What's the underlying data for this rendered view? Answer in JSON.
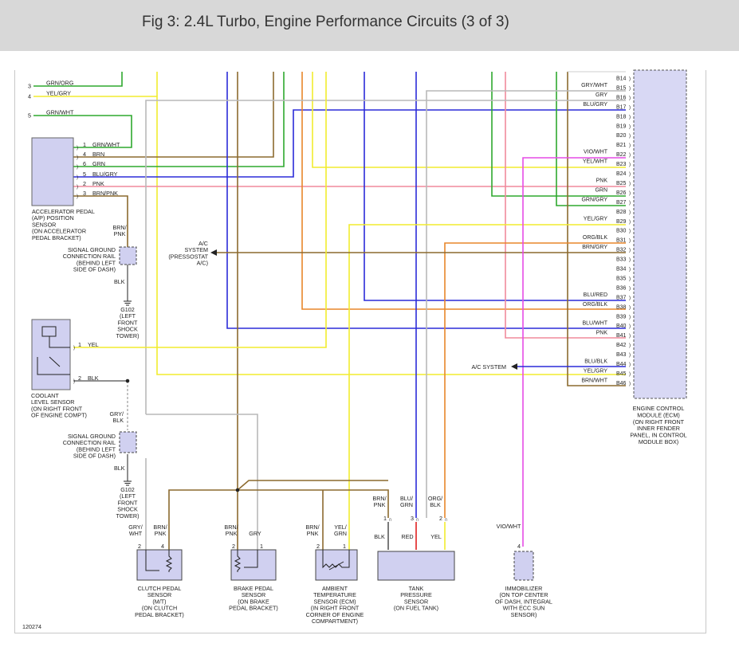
{
  "header": {
    "title": "Fig 3: 2.4L Turbo, Engine Performance Circuits (3 of 3)"
  },
  "figure_id": "120274",
  "colors": {
    "GRN": "#2fa82f",
    "ORG": "#e8862a",
    "YEL": "#f2ec2e",
    "GRY": "#b9b9b9",
    "BLU": "#2b2bd8",
    "BRN": "#8c6a2f",
    "PNK": "#f08a9c",
    "VIO": "#e64ce6",
    "RED": "#e02020",
    "BLK": "#222222",
    "ecm_fill": "#d8d8f4",
    "comp_fill": "#d0d0f0"
  },
  "left_pins": [
    {
      "num": "3",
      "wire": "GRN/ORG"
    },
    {
      "num": "4",
      "wire": "YEL/GRY"
    },
    {
      "num": "5",
      "wire": "GRN/WHT"
    }
  ],
  "app_sensor": {
    "pins": [
      {
        "num": "1",
        "wire": "GRN/WHT"
      },
      {
        "num": "4",
        "wire": "BRN"
      },
      {
        "num": "6",
        "wire": "GRN"
      },
      {
        "num": "5",
        "wire": "BLU/GRY"
      },
      {
        "num": "2",
        "wire": "PNK"
      },
      {
        "num": "3",
        "wire": "BRN/PNK"
      }
    ],
    "label": [
      "ACCELERATOR PEDAL",
      "(A/P) POSITION",
      "SENSOR",
      "(ON ACCELERATOR",
      "PEDAL BRACKET)"
    ]
  },
  "ground1": {
    "wire_top": [
      "BRN/",
      "PNK"
    ],
    "rail_label": [
      "SIGNAL GROUND",
      "CONNECTION RAIL",
      "(BEHIND LEFT",
      "SIDE OF DASH)"
    ],
    "wire_bottom": "BLK",
    "ground_label": [
      "G102",
      "(LEFT",
      "FRONT",
      "SHOCK",
      "TOWER)"
    ]
  },
  "ac_system_1": [
    "A/C",
    "SYSTEM",
    "(PRESSOSTAT",
    "A/C)"
  ],
  "coolant": {
    "pins": [
      {
        "num": "1",
        "wire": "YEL"
      },
      {
        "num": "2",
        "wire": "BLK"
      }
    ],
    "label": [
      "COOLANT",
      "LEVEL SENSOR",
      "(ON RIGHT FRONT",
      "OF ENGINE COMPT)"
    ]
  },
  "ground2": {
    "wire_top": [
      "GRY/",
      "BLK"
    ],
    "rail_label": [
      "SIGNAL GROUND",
      "CONNECTION RAIL",
      "(BEHIND LEFT",
      "SIDE OF DASH)"
    ],
    "wire_bottom": "BLK",
    "ground_label": [
      "G102",
      "(LEFT",
      "FRONT",
      "SHOCK",
      "TOWER)"
    ]
  },
  "ecm": {
    "pins": [
      {
        "num": "B14",
        "wire": ""
      },
      {
        "num": "B15",
        "wire": "GRY/WHT"
      },
      {
        "num": "B16",
        "wire": "GRY"
      },
      {
        "num": "B17",
        "wire": "BLU/GRY"
      },
      {
        "num": "B18",
        "wire": ""
      },
      {
        "num": "B19",
        "wire": ""
      },
      {
        "num": "B20",
        "wire": ""
      },
      {
        "num": "B21",
        "wire": ""
      },
      {
        "num": "B22",
        "wire": "VIO/WHT"
      },
      {
        "num": "B23",
        "wire": "YEL/WHT"
      },
      {
        "num": "B24",
        "wire": ""
      },
      {
        "num": "B25",
        "wire": "PNK"
      },
      {
        "num": "B26",
        "wire": "GRN"
      },
      {
        "num": "B27",
        "wire": "GRN/GRY"
      },
      {
        "num": "B28",
        "wire": ""
      },
      {
        "num": "B29",
        "wire": "YEL/GRY"
      },
      {
        "num": "B30",
        "wire": ""
      },
      {
        "num": "B31",
        "wire": "ORG/BLK"
      },
      {
        "num": "B32",
        "wire": "BRN/GRY"
      },
      {
        "num": "B33",
        "wire": ""
      },
      {
        "num": "B34",
        "wire": ""
      },
      {
        "num": "B35",
        "wire": ""
      },
      {
        "num": "B36",
        "wire": ""
      },
      {
        "num": "B37",
        "wire": "BLU/RED"
      },
      {
        "num": "B38",
        "wire": "ORG/BLK"
      },
      {
        "num": "B39",
        "wire": ""
      },
      {
        "num": "B40",
        "wire": "BLU/WHT"
      },
      {
        "num": "B41",
        "wire": "PNK"
      },
      {
        "num": "B42",
        "wire": ""
      },
      {
        "num": "B43",
        "wire": ""
      },
      {
        "num": "B44",
        "wire": "BLU/BLK"
      },
      {
        "num": "B45",
        "wire": "YEL/GRY"
      },
      {
        "num": "B46",
        "wire": "BRN/WHT"
      }
    ],
    "label": [
      "ENGINE CONTROL",
      "MODULE (ECM)",
      "(ON RIGHT FRONT",
      "INNER FENDER",
      "PANEL, IN CONTROL",
      "MODULE BOX)"
    ]
  },
  "ac_system_2": "A/C SYSTEM",
  "clutch": {
    "wires": [
      [
        "GRY/",
        "WHT"
      ],
      [
        "BRN/",
        "PNK"
      ]
    ],
    "pins": [
      "2",
      "4"
    ],
    "label": [
      "CLUTCH PEDAL",
      "SENSOR",
      "(M/T)",
      "(ON CLUTCH",
      "PEDAL BRACKET)"
    ]
  },
  "brake": {
    "wires": [
      [
        "BRN/",
        "PNK"
      ],
      [
        "GRY"
      ]
    ],
    "pins": [
      "2",
      "1"
    ],
    "label": [
      "BRAKE PEDAL",
      "SENSOR",
      "(ON BRAKE",
      "PEDAL BRACKET)"
    ]
  },
  "ambient": {
    "wires": [
      [
        "BRN/",
        "PNK"
      ],
      [
        "YEL/",
        "GRN"
      ]
    ],
    "pins": [
      "2",
      "1"
    ],
    "label": [
      "AMBIENT",
      "TEMPERATURE",
      "SENSOR (ECM)",
      "(IN RIGHT FRONT",
      "CORNER OF ENGINE",
      "COMPARTMENT)"
    ]
  },
  "tank": {
    "wires": [
      [
        "BRN/",
        "PNK"
      ],
      [
        "BLU/",
        "GRN"
      ],
      [
        "ORG/",
        "BLK"
      ]
    ],
    "pins": [
      "1",
      "3",
      "2"
    ],
    "bottom_wires": [
      "BLK",
      "RED",
      "YEL"
    ],
    "label": [
      "TANK",
      "PRESSURE",
      "SENSOR",
      "(ON FUEL TANK)"
    ]
  },
  "immobilizer": {
    "wire": "VIO/WHT",
    "pin": "4",
    "label": [
      "IMMOBILIZER",
      "(ON TOP CENTER",
      "OF DASH, INTEGRAL",
      "WITH ECC SUN",
      "SENSOR)"
    ]
  }
}
